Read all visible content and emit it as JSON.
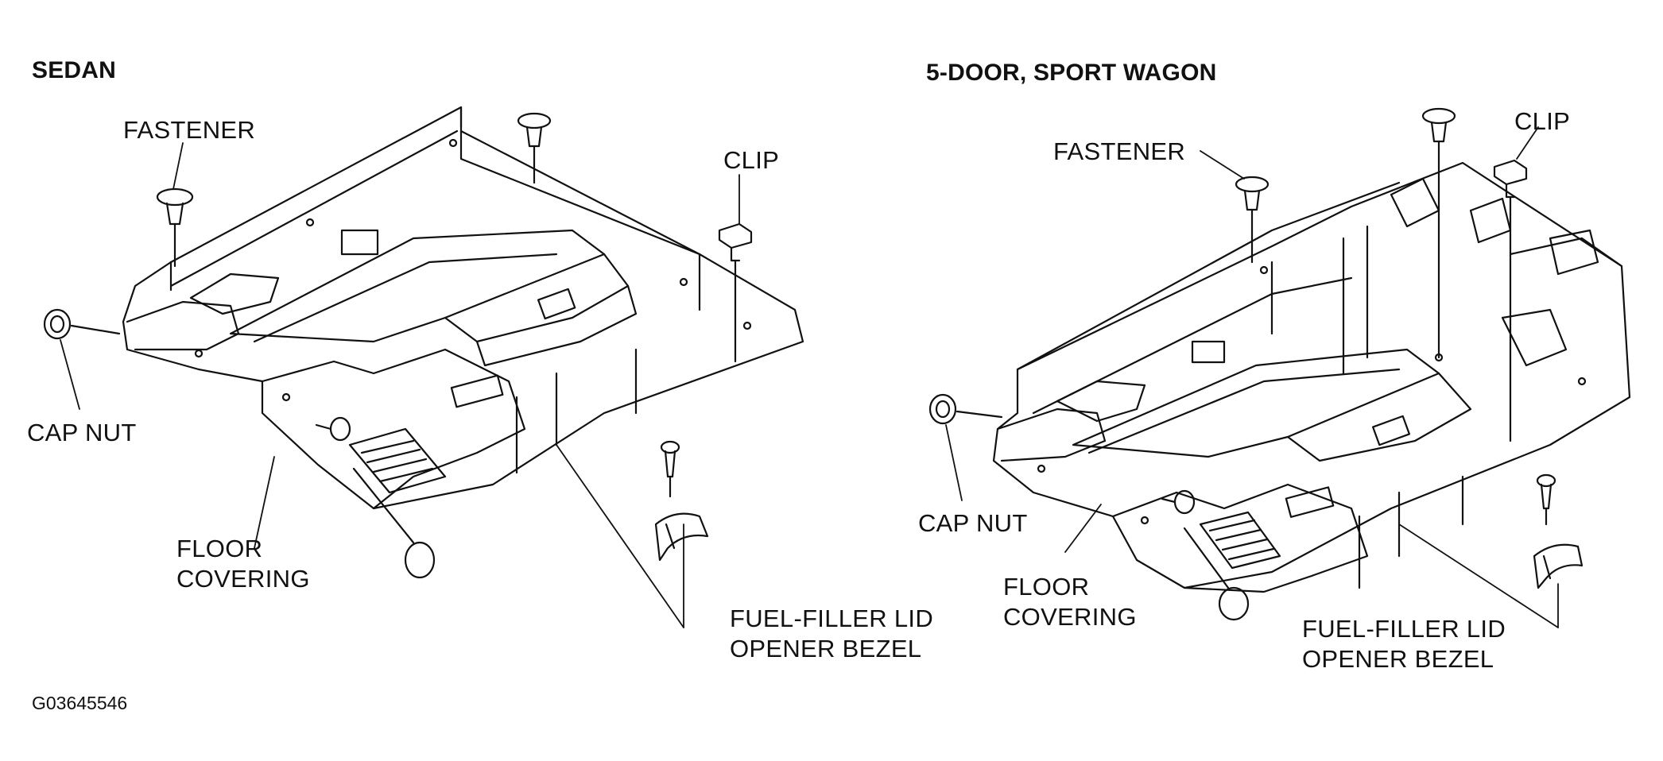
{
  "panels": {
    "sedan": {
      "heading": "SEDAN",
      "labels": {
        "fastener": "FASTENER",
        "clip": "CLIP",
        "cap_nut": "CAP NUT",
        "floor_covering_1": "FLOOR",
        "floor_covering_2": "COVERING",
        "bezel_1": "FUEL-FILLER LID",
        "bezel_2": "OPENER BEZEL"
      }
    },
    "wagon": {
      "heading": "5-DOOR, SPORT WAGON",
      "labels": {
        "fastener": "FASTENER",
        "clip": "CLIP",
        "cap_nut": "CAP NUT",
        "floor_covering_1": "FLOOR",
        "floor_covering_2": "COVERING",
        "bezel_1": "FUEL-FILLER LID",
        "bezel_2": "OPENER BEZEL"
      }
    }
  },
  "figure_id": "G03645546",
  "colors": {
    "ink": "#111111",
    "background": "#ffffff"
  }
}
